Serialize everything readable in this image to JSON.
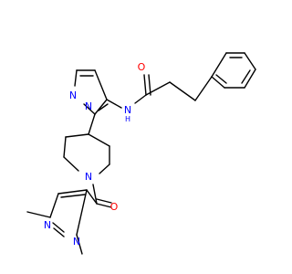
{
  "molecule": {
    "atoms": [
      {
        "id": "o_amide",
        "label": "O",
        "color": "#ff0000"
      },
      {
        "id": "n_amide",
        "label": "N",
        "sub": "H",
        "color": "#0000ff"
      },
      {
        "id": "n_pz1_a",
        "label": "N",
        "color": "#0000ff"
      },
      {
        "id": "n_pz1_b",
        "label": "N",
        "color": "#0000ff"
      },
      {
        "id": "n_pip",
        "label": "N",
        "color": "#0000ff"
      },
      {
        "id": "o_ketone",
        "label": "O",
        "color": "#ff0000"
      },
      {
        "id": "n_pz2_a",
        "label": "N",
        "color": "#0000ff"
      },
      {
        "id": "n_pz2_b",
        "label": "N",
        "color": "#0000ff"
      }
    ]
  }
}
